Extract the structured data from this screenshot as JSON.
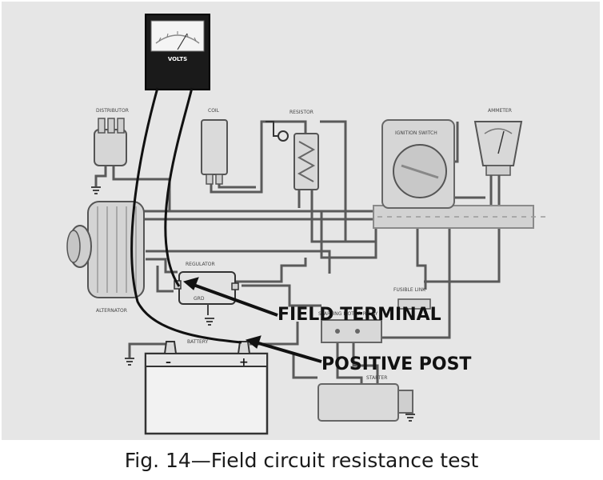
{
  "meter_label": "VOLTS",
  "component_labels": {
    "distributor": "DISTRIBUTOR",
    "coil": "COIL",
    "resistor": "RESISTOR",
    "ignition_switch": "IGNITION SWITCH",
    "ammeter": "AMMETER",
    "regulator": "REGULATOR",
    "alternator": "ALTERNATOR",
    "fusible_link": "FUSIBLE LINK",
    "starting_motor_relay": "STARTING MOTOR RELAY",
    "starter": "STARTER",
    "battery": "BATTERY",
    "regulator_ground": "GRD"
  },
  "battery_terminals": {
    "negative": "–",
    "positive": "+"
  },
  "callouts": {
    "field_terminal": "FIELD TERMINAL",
    "positive_post": "POSITIVE POST"
  },
  "caption": "Fig. 14—Field circuit resistance test",
  "colors": {
    "background": "#e6e6e6",
    "wire": "#555555",
    "lead": "#111111",
    "meter": "#1a1a1a"
  }
}
